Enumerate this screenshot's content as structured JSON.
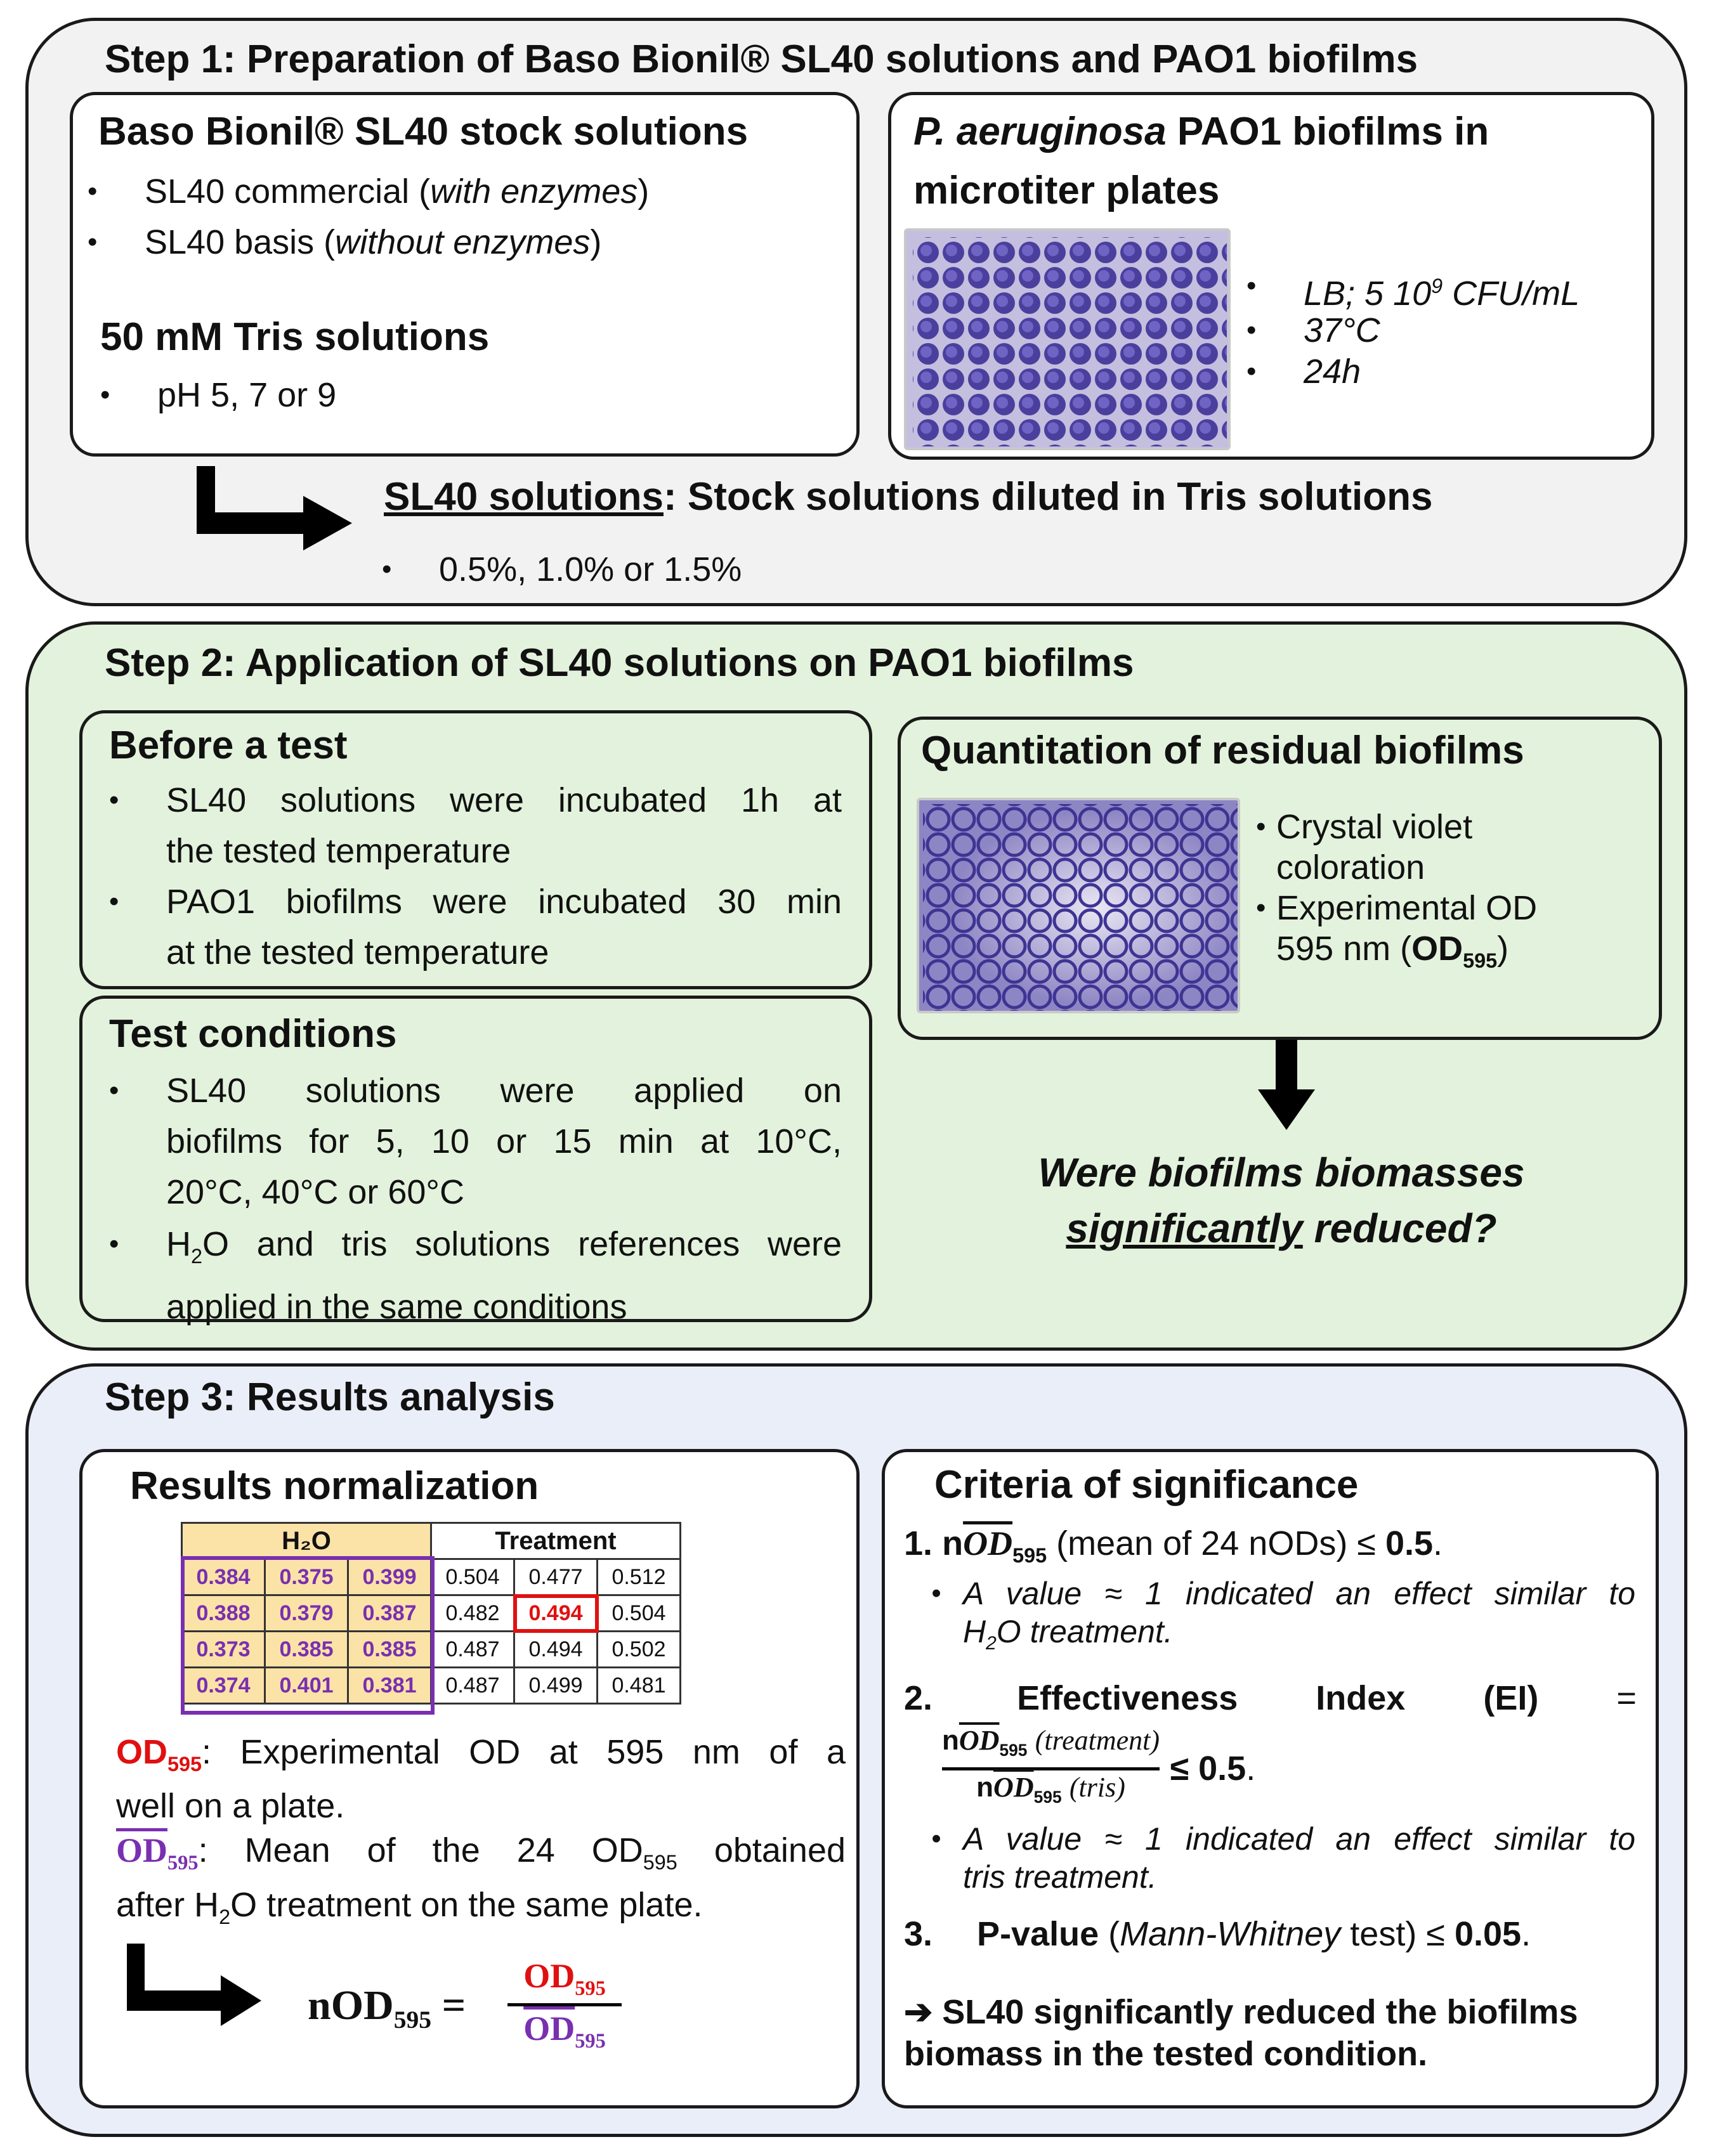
{
  "step1": {
    "title": "Step 1: Preparation of Baso Bionil® SL40 solutions and PAO1 biofilms",
    "stock_title": "Baso Bionil® SL40 stock solutions",
    "stock_items": [
      {
        "pre": "SL40 commercial (",
        "em": "with enzymes",
        "post": ")"
      },
      {
        "pre": "SL40 basis (",
        "em": "without enzymes",
        "post": ")"
      }
    ],
    "tris_title": "50 mM Tris solutions",
    "tris_item": "pH 5, 7 or 9",
    "biofilm_title_italic": "P. aeruginosa",
    "biofilm_title_rest": " PAO1 biofilms in",
    "biofilm_title_line2": "microtiter plates",
    "biofilm_items": [
      "LB; 5 10",
      "37°C",
      "24h"
    ],
    "biofilm_item_sup": "9",
    "biofilm_item_unit": " CFU/mL",
    "solutions_label": "SL40 solutions",
    "solutions_text": ": Stock solutions diluted in Tris solutions",
    "solutions_item": "0.5%, 1.0% or 1.5%"
  },
  "step2": {
    "title": "Step 2: Application of SL40 solutions on PAO1 biofilms",
    "before_title": "Before a test",
    "before_items": [
      [
        "SL40 solutions were incubated 1h at",
        "the tested temperature"
      ],
      [
        "PAO1 biofilms were incubated 30 min",
        "at the tested temperature"
      ]
    ],
    "test_title": "Test conditions",
    "test_items": [
      [
        "SL40 solutions were applied on",
        "biofilms for 5, 10 or 15 min at 10°C,",
        "20°C, 40°C or 60°C"
      ]
    ],
    "test_item2_pre": "H",
    "test_item2_sub": "2",
    "test_item2_post": "O and tris solutions references were",
    "test_item2_line2": "applied in the same conditions",
    "quant_title": "Quantitation of residual biofilms",
    "quant_items": [
      "Crystal violet",
      "coloration",
      "Experimental OD",
      "595 nm ("
    ],
    "quant_od": "OD",
    "quant_od_sub": "595",
    "quant_close": ")",
    "question_line1": "Were biofilms biomasses",
    "question_underlined": "significantly",
    "question_rest": " reduced?"
  },
  "step3": {
    "title": "Step 3: Results analysis",
    "norm_title": "Results normalization",
    "table_header_h2o": "H₂O",
    "table_header_treatment": "Treatment",
    "table_rows": [
      [
        "0.384",
        "0.375",
        "0.399",
        "0.504",
        "0.477",
        "0.512"
      ],
      [
        "0.388",
        "0.379",
        "0.387",
        "0.482",
        "0.494",
        "0.504"
      ],
      [
        "0.373",
        "0.385",
        "0.385",
        "0.487",
        "0.494",
        "0.502"
      ],
      [
        "0.374",
        "0.401",
        "0.381",
        "0.487",
        "0.499",
        "0.481"
      ]
    ],
    "od_label": "OD",
    "od_sub": "595",
    "od_def_line1": ": Experimental OD at 595 nm of a",
    "od_def_line2": "well on a plate.",
    "odbar_def_line1": ": Mean of the 24 OD",
    "odbar_def_line1b": " obtained",
    "odbar_def_line2_pre": "after H",
    "odbar_def_line2_sub": "2",
    "odbar_def_line2_post": "O treatment on the same plate.",
    "nod_label": "nOD",
    "criteria_title": "Criteria of significance",
    "c1_num": "1.",
    "c1_n": "n",
    "c1_od": "OD",
    "c1_text": " (mean of 24 nODs) ≤ ",
    "c1_val": "0.5",
    "c1_end": ".",
    "c1_note_line1": "A value ≈ 1 indicated an effect similar to",
    "c1_note_line2_pre": "H",
    "c1_note_line2_sub": "2",
    "c1_note_line2_post": "O treatment.",
    "c2_num": "2.",
    "c2_words": [
      "Effectiveness",
      "Index",
      "(EI)",
      "="
    ],
    "c2_frac_top_italic": "(treatment)",
    "c2_frac_bot_italic": "(tris)",
    "c2_le": "≤ ",
    "c2_val": "0.5",
    "c2_end": ".",
    "c2_note_line1": "A value ≈ 1 indicated an effect similar to",
    "c2_note_line2": "tris treatment.",
    "c3_num": "3.",
    "c3_label": "P-value",
    "c3_open": " (",
    "c3_italic": "Mann-Whitney",
    "c3_rest": " test) ≤ ",
    "c3_val": "0.05",
    "c3_end": ".",
    "conclusion_arrow": "➔",
    "conclusion_line1": " SL40 significantly reduced the biofilms",
    "conclusion_line2": "biomass in the tested condition."
  },
  "colors": {
    "step1_bg": "#f2f2f2",
    "step2_bg": "#e3f2dc",
    "step3_bg": "#eaeef8",
    "purple": "#7a2fb0",
    "red": "#e01010",
    "h2o_cell": "#fbe3a8"
  }
}
